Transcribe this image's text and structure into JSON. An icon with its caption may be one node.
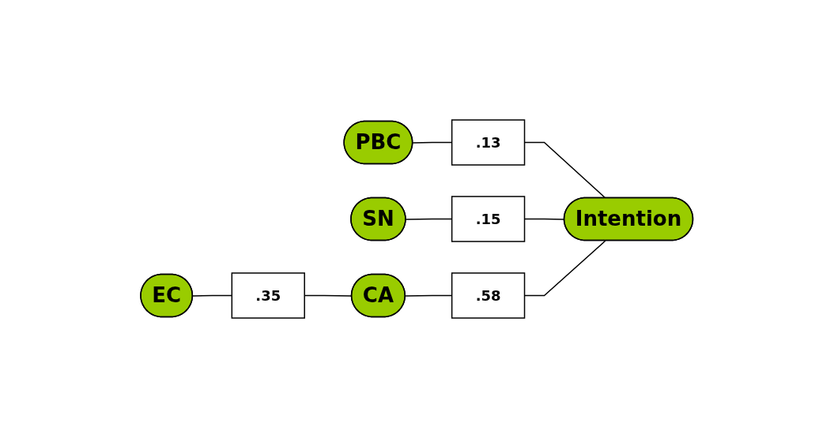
{
  "diagram": {
    "nodes": [
      {
        "text": [
          "PBC"
        ]
      },
      {
        "text": [
          ".13"
        ]
      },
      {
        "text": [
          "SN"
        ]
      },
      {
        "text": [
          ".15"
        ]
      },
      {
        "text": [
          "Intention"
        ]
      },
      {
        "text": [
          ".58"
        ]
      },
      {
        "text": [
          "EC"
        ]
      },
      {
        "text": [
          ".35"
        ]
      },
      {
        "text": [
          "CA"
        ]
      }
    ],
    "edges": [
      {
        "from": 0,
        "to": 1,
        "arrow": "none"
      },
      {
        "from": 1,
        "to": 4,
        "arrow": "none"
      },
      {
        "from": 2,
        "to": 3,
        "arrow": "none"
      },
      {
        "from": 3,
        "to": 4,
        "arrow": "none"
      },
      {
        "from": 8,
        "to": 5,
        "arrow": "none"
      },
      {
        "from": 5,
        "to": 4,
        "arrow": "none"
      },
      {
        "from": 6,
        "to": 7,
        "arrow": "none"
      },
      {
        "from": 7,
        "to": 8,
        "arrow": "none"
      }
    ]
  }
}
